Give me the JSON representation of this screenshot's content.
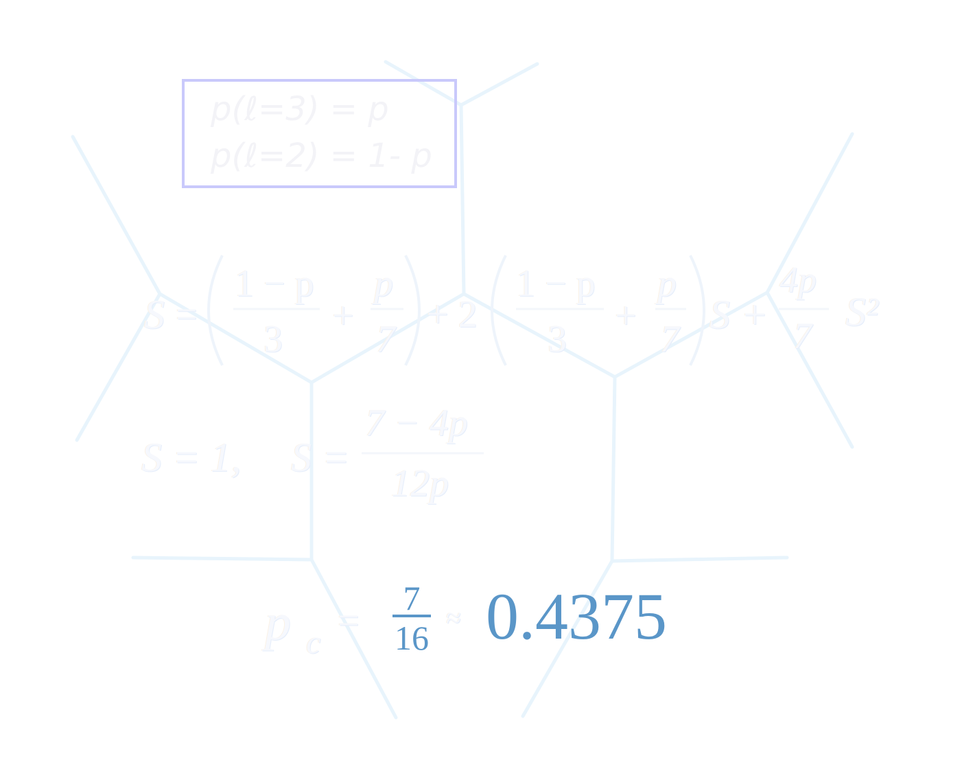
{
  "legend": {
    "line1": "p(ℓ=3) = p",
    "line2": "p(ℓ=2) = 1- p"
  },
  "equation_main": {
    "lhs": "S",
    "eq": "=",
    "frac1_num": "1 − p",
    "frac1_den": "3",
    "plus1": "+",
    "frac2_num": "p",
    "frac2_den": "7",
    "plus2": "+ 2",
    "frac3_num": "1 − p",
    "frac3_den": "3",
    "plus3": "+",
    "frac4_num": "p",
    "frac4_den": "7",
    "s_term": "S +",
    "frac5_num": "4p",
    "frac5_den": "7",
    "s2_term": "S²"
  },
  "solutions": {
    "s1": "S = 1,",
    "s2_lhs": "S =",
    "s2_num": "7 − 4p",
    "s2_den": "12p"
  },
  "threshold": {
    "lhs": "p",
    "lhs_sub": "c",
    "eq": "=",
    "num": "7",
    "den": "16",
    "approx": "≈",
    "value": "0.4375"
  },
  "colors": {
    "lattice": "#e8f4fc",
    "legend_border": "#c9c9fb",
    "result": "#5a96c8"
  }
}
